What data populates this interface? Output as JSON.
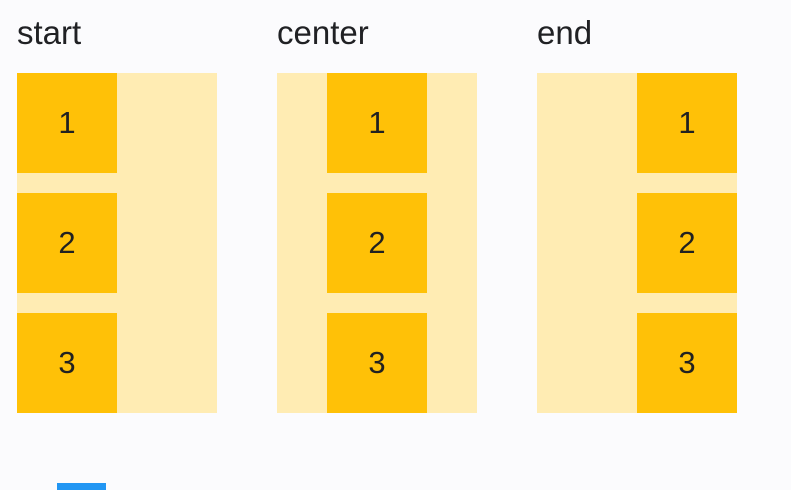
{
  "colors": {
    "background": "#FBFBFD",
    "container": "#FFECB3",
    "box": "#FFC107",
    "label_text": "#202124",
    "number_text": "#212121",
    "bottom_bar": "#2196F3"
  },
  "columns": [
    {
      "label": "start",
      "alignment": "flex-start",
      "items": [
        "1",
        "2",
        "3"
      ]
    },
    {
      "label": "center",
      "alignment": "center",
      "items": [
        "1",
        "2",
        "3"
      ]
    },
    {
      "label": "end",
      "alignment": "flex-end",
      "items": [
        "1",
        "2",
        "3"
      ]
    }
  ],
  "bottom_bar": {
    "visible": true
  }
}
